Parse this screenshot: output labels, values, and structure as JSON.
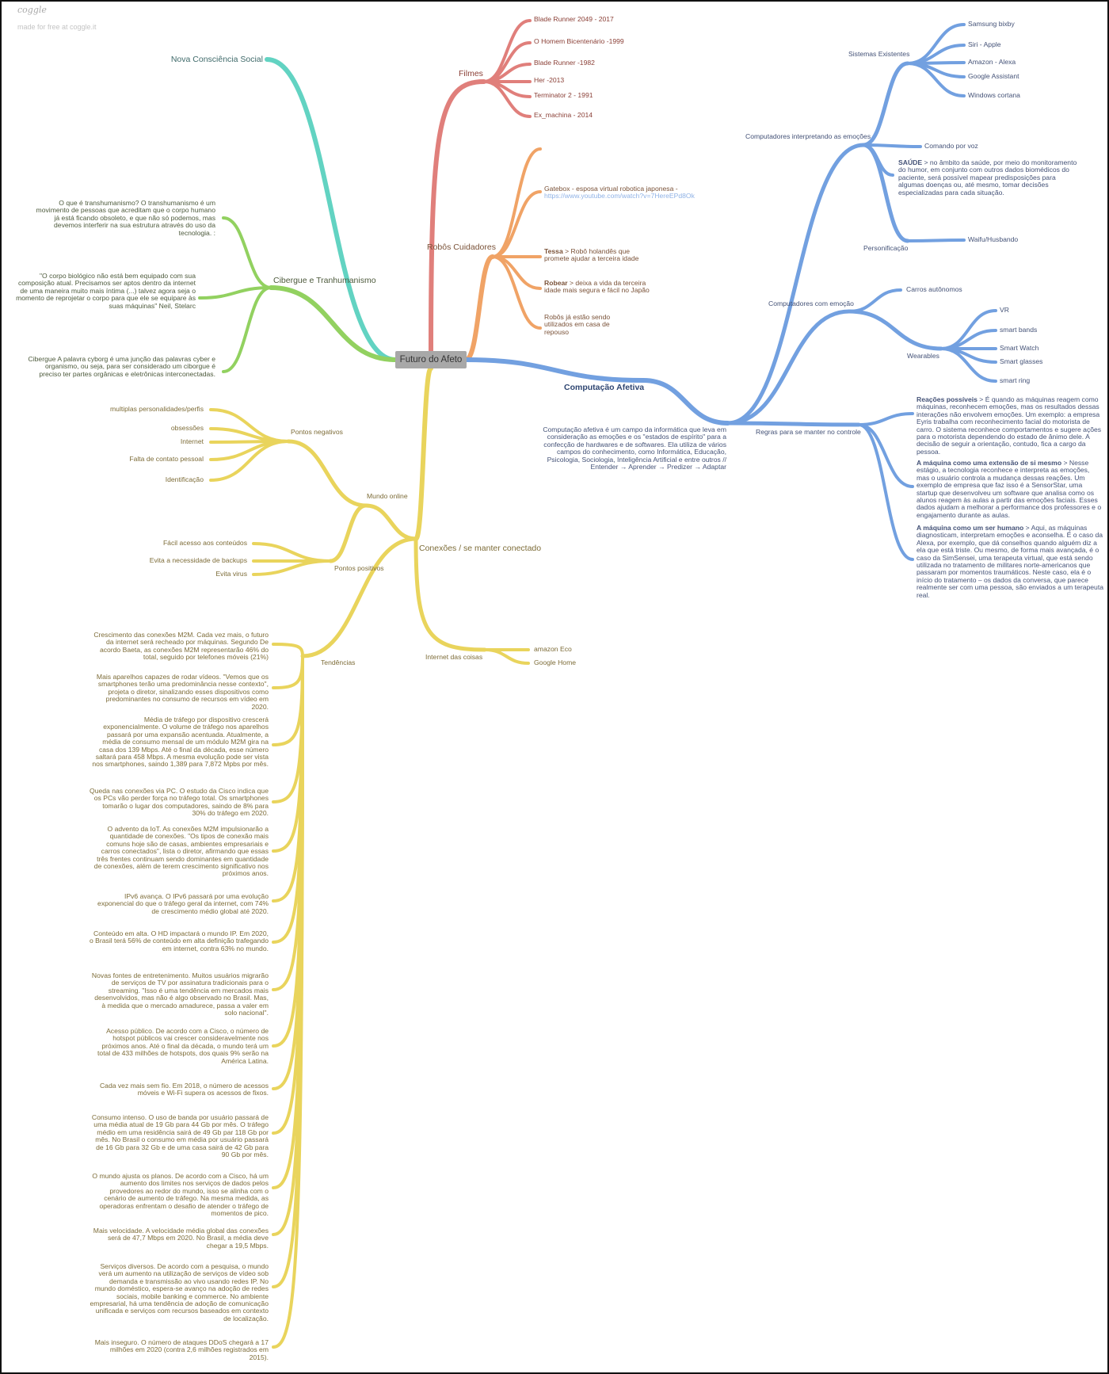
{
  "watermark": {
    "logo": "coggle",
    "tagline": "made for free at coggle.it"
  },
  "colors": {
    "teal": "#62d3c2",
    "red": "#e07f7b",
    "orange": "#f0a366",
    "blue": "#72a0e0",
    "green": "#92d160",
    "yellow": "#e9d45c"
  },
  "root": {
    "label": "Futuro do Afeto"
  },
  "nova": {
    "label": "Nova Consciência Social"
  },
  "filmes": {
    "label": "Filmes",
    "items": [
      "Blade Runner 2049 - 2017",
      "O Homem Bicentenário -1999",
      "Blade Runner -1982",
      "Her -2013",
      "Terminator 2 - 1991",
      "Ex_machina - 2014"
    ]
  },
  "robos": {
    "label": "Robôs Cuidadores",
    "items": [
      {
        "text": "Gatebox - esposa virtual robotica japonesa -",
        "link": "https://www.youtube.com/watch?v=7HereEPd8Ok"
      },
      {
        "bold": "Tessa",
        "text": " > Robô holandês que promete ajudar a terceira idade"
      },
      {
        "bold": "Robear",
        "text": " > deixa a vida da terceira idade mais segura e fácil no Japão"
      },
      {
        "text": "Robôs já estão sendo utilizados em casa de repouso"
      }
    ]
  },
  "cibergue": {
    "label": "Cibergue e Tranhumanismo",
    "items": [
      "O que é transhumanismo? O transhumanismo é um movimento de pessoas que acreditam que o corpo humano já está ficando obsoleto, e que não só podemos, mas devemos interferir na sua estrutura através do uso da tecnologia. :",
      "\"O corpo biológico não está bem equipado com sua composição atual. Precisamos ser aptos dentro da internet de uma maneira muito mais íntima (...) talvez agora seja o momento de reprojetar o corpo para que ele se equipare às suas máquinas\" Neil, Stelarc",
      "Cibergue A palavra cyborg é uma junção das palavras cyber e organismo, ou seja, para ser considerado um ciborgue é preciso ter partes orgânicas e eletrônicas interconectadas."
    ]
  },
  "computacao": {
    "label": "Computação Afetiva",
    "description": "Computação afetiva é um campo da informática que leva em consideração as emoções e os \"estados de espírito\" para a confecção de hardwares e de softwares. Ela utiliza de vários campos do conhecimento, como Informática, Educação, Psicologia, Sociologia, Inteligência Artificial e entre outros // Entender → Aprender → Predizer → Adaptar",
    "interpretando": {
      "label": "Computadores interpretando as emoções",
      "sistemas": {
        "label": "Sistemas Existentes",
        "items": [
          "Samsung bixby",
          "Siri - Apple",
          "Amazon - Alexa",
          "Google Assistant",
          "Windows cortana"
        ]
      },
      "comando": "Comando por voz",
      "saude": {
        "bold": "SAÚDE",
        "text": " > no âmbito da saúde, por meio do monitoramento do humor, em conjunto com outros dados biomédicos do paciente, será possível mapear predisposições para algumas doenças ou, até mesmo, tomar decisões especializadas para cada situação."
      },
      "personificacao": {
        "label": "Personificação",
        "item": "Waifu/Husbando"
      }
    },
    "com_emocao": {
      "label": "Computadores com emoção",
      "carros": "Carros autônomos",
      "wearables": {
        "label": "Wearables",
        "items": [
          "VR",
          "smart bands",
          "Smart Watch",
          "Smart glasses",
          "smart ring"
        ]
      }
    },
    "regras": {
      "label": "Regras para se manter no controle",
      "items": [
        {
          "bold": "Reações possíveis",
          "text": " > É quando as máquinas reagem como máquinas, reconhecem emoções, mas os resultados dessas interações não envolvem emoções. Um exemplo: a empresa Eyris trabalha com reconhecimento facial do motorista de carro. O sistema reconhece comportamentos e sugere ações para o motorista dependendo do estado de ânimo dele. A decisão de seguir a orientação, contudo, fica a cargo da pessoa."
        },
        {
          "bold": "A máquina como uma extensão de si mesmo",
          "text": " > Nesse estágio, a tecnologia reconhece e interpreta as emoções, mas o usuário controla a mudança dessas reações. Um exemplo de empresa que faz isso é a SensorStar, uma startup que desenvolveu um software que analisa como os alunos reagem às aulas a partir das emoções faciais. Esses dados ajudam a melhorar a performance dos professores e o engajamento durante as aulas."
        },
        {
          "bold": "A máquina como um ser humano",
          "text": " > Aqui, as máquinas diagnosticam, interpretam emoções e aconselha. É o caso da Alexa, por exemplo, que dá conselhos quando alguém diz a ela que está triste. Ou mesmo, de forma mais avançada, é o caso da SimSensei, uma terapeuta virtual, que está sendo utilizada no tratamento de militares norte-americanos que passaram por momentos traumáticos. Neste caso, ela é o início do tratamento – os dados da conversa, que parece realmente ser com uma pessoa, são enviados a um terapeuta real."
        }
      ]
    }
  },
  "conexoes": {
    "label": "Conexões / se manter conectado",
    "mundo_online": {
      "label": "Mundo online",
      "negativos": {
        "label": "Pontos negativos",
        "items": [
          "multiplas personalidades/perfis",
          "obsessões",
          "Internet",
          "Falta de contato pessoal",
          "Identificação"
        ]
      },
      "positivos": {
        "label": "Pontos positivos",
        "items": [
          "Fácil acesso aos conteúdos",
          "Evita a necessidade de backups",
          "Evita virus"
        ]
      }
    },
    "iot": {
      "label": "Internet das coisas",
      "items": [
        "amazon Eco",
        "Google Home"
      ]
    },
    "tendencias": {
      "label": "Tendências",
      "items": [
        "Crescimento das conexões M2M. Cada vez mais, o futuro da internet será recheado por máquinas. Segundo De acordo Baeta, as conexões M2M representarão 46% do total, seguido por telefones móveis (21%)",
        "Mais aparelhos capazes de rodar vídeos. \"Vemos que os smartphones terão uma predominância nesse contexto\", projeta o diretor, sinalizando esses dispositivos como predominantes no consumo de recursos em vídeo em 2020.",
        "Média de tráfego por dispositivo crescerá exponencialmente. O volume de tráfego nos aparelhos passará por uma expansão acentuada. Atualmente, a média de consumo mensal de um módulo M2M gira na casa dos 139 Mbps. Até o final da década, esse número saltará para 458 Mbps. A mesma evolução pode ser vista nos smartphones, saindo 1,389 para 7,872 Mpbs por mês.",
        "Queda nas conexões via PC. O estudo da Cisco indica que os PCs vão perder força no tráfego total. Os smartphones tomarão o lugar dos computadores, saindo de 8% para 30% do tráfego em 2020.",
        "O advento da IoT. As conexões M2M impulsionarão a quantidade de conexões. \"Os tipos de conexão mais comuns hoje são de casas, ambientes empresariais e carros conectados\", lista o diretor, afirmando que essas três frentes continuam sendo dominantes em quantidade de conexões, além de terem crescimento significativo nos próximos anos.",
        "IPv6 avança. O IPv6 passará por uma evolução exponencial do que o tráfego geral da internet, com 74% de crescimento médio global até 2020.",
        "Conteúdo em alta. O HD impactará o mundo IP. Em 2020, o Brasil terá 56% de conteúdo em alta definição trafegando em internet, contra 63% no mundo.",
        "Novas fontes de entretenimento. Muitos usuários migrarão de serviços de TV por assinatura tradicionais para o streaming. \"Isso é uma tendência em mercados mais desenvolvidos, mas não é algo observado no Brasil. Mas, à medida que o mercado amadurece, passa a valer em solo nacional\".",
        "Acesso público. De acordo com a Cisco, o número de hotspot públicos vai crescer consideravelmente nos próximos anos. Até o final da década, o mundo terá um total de 433 milhões de hotspots, dos quais 9% serão na América Latina.",
        "Cada vez mais sem fio. Em 2018, o número de acessos móveis e Wi-Fi supera os acessos de fixos.",
        "Consumo intenso. O uso de banda por usuário passará de uma média atual de 19 Gb para 44 Gb por mês. O tráfego médio em uma residência sairá de 49 Gb par 118 Gb por mês. No Brasil o consumo em média por usuário passará de 16 Gb para 32 Gb e de uma casa sairá de 42 Gb para 90 Gb por mês.",
        "O mundo ajusta os planos. De acordo com a Cisco, há um aumento dos limites nos serviços de dados pelos provedores ao redor do mundo, isso se alinha com o cenário de aumento de tráfego. Na mesma medida, as operadoras enfrentam o desafio de atender o tráfego de momentos de pico.",
        "Mais velocidade. A velocidade média global das conexões será de 47,7 Mbps em 2020. No Brasil, a média deve chegar a 19,5 Mbps.",
        "Serviços diversos. De acordo com a pesquisa, o mundo verá um aumento na utilização de serviços de vídeo sob demanda e transmissão ao vivo usando redes IP. No mundo doméstico, espera-se avanço na adoção de redes sociais, mobile banking e commerce. No ambiente empresarial, há uma tendência de adoção de comunicação unificada e serviços com recursos baseados em contexto de localização.",
        "Mais inseguro. O número de ataques DDoS chegará a 17 milhões em 2020 (contra 2,6 milhões registrados em 2015)."
      ]
    }
  }
}
